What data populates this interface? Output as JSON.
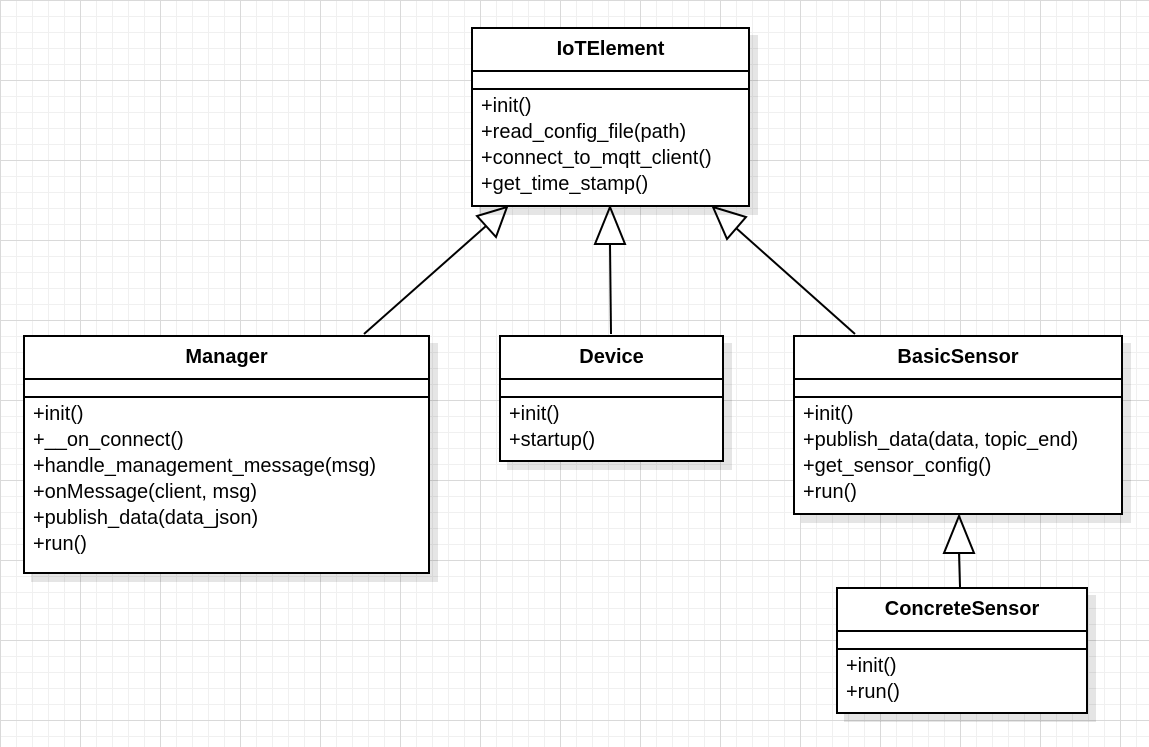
{
  "classes": {
    "iot_element": {
      "name": "IoTElement",
      "methods": [
        "+init()",
        "+read_config_file(path)",
        "+connect_to_mqtt_client()",
        "+get_time_stamp()"
      ]
    },
    "manager": {
      "name": "Manager",
      "methods": [
        "+init()",
        "+__on_connect()",
        "+handle_management_message(msg)",
        "+onMessage(client, msg)",
        "+publish_data(data_json)",
        "+run()"
      ]
    },
    "device": {
      "name": "Device",
      "methods": [
        "+init()",
        "+startup()"
      ]
    },
    "basic_sensor": {
      "name": "BasicSensor",
      "methods": [
        "+init()",
        "+publish_data(data, topic_end)",
        "+get_sensor_config()",
        "+run()"
      ]
    },
    "concrete_sensor": {
      "name": "ConcreteSensor",
      "methods": [
        "+init()",
        "+run()"
      ]
    }
  },
  "relations": [
    {
      "from": "manager",
      "to": "iot_element",
      "type": "generalization"
    },
    {
      "from": "device",
      "to": "iot_element",
      "type": "generalization"
    },
    {
      "from": "basic_sensor",
      "to": "iot_element",
      "type": "generalization"
    },
    {
      "from": "concrete_sensor",
      "to": "basic_sensor",
      "type": "generalization"
    }
  ],
  "colors": {
    "line": "#000000",
    "box_fill": "#ffffff"
  }
}
